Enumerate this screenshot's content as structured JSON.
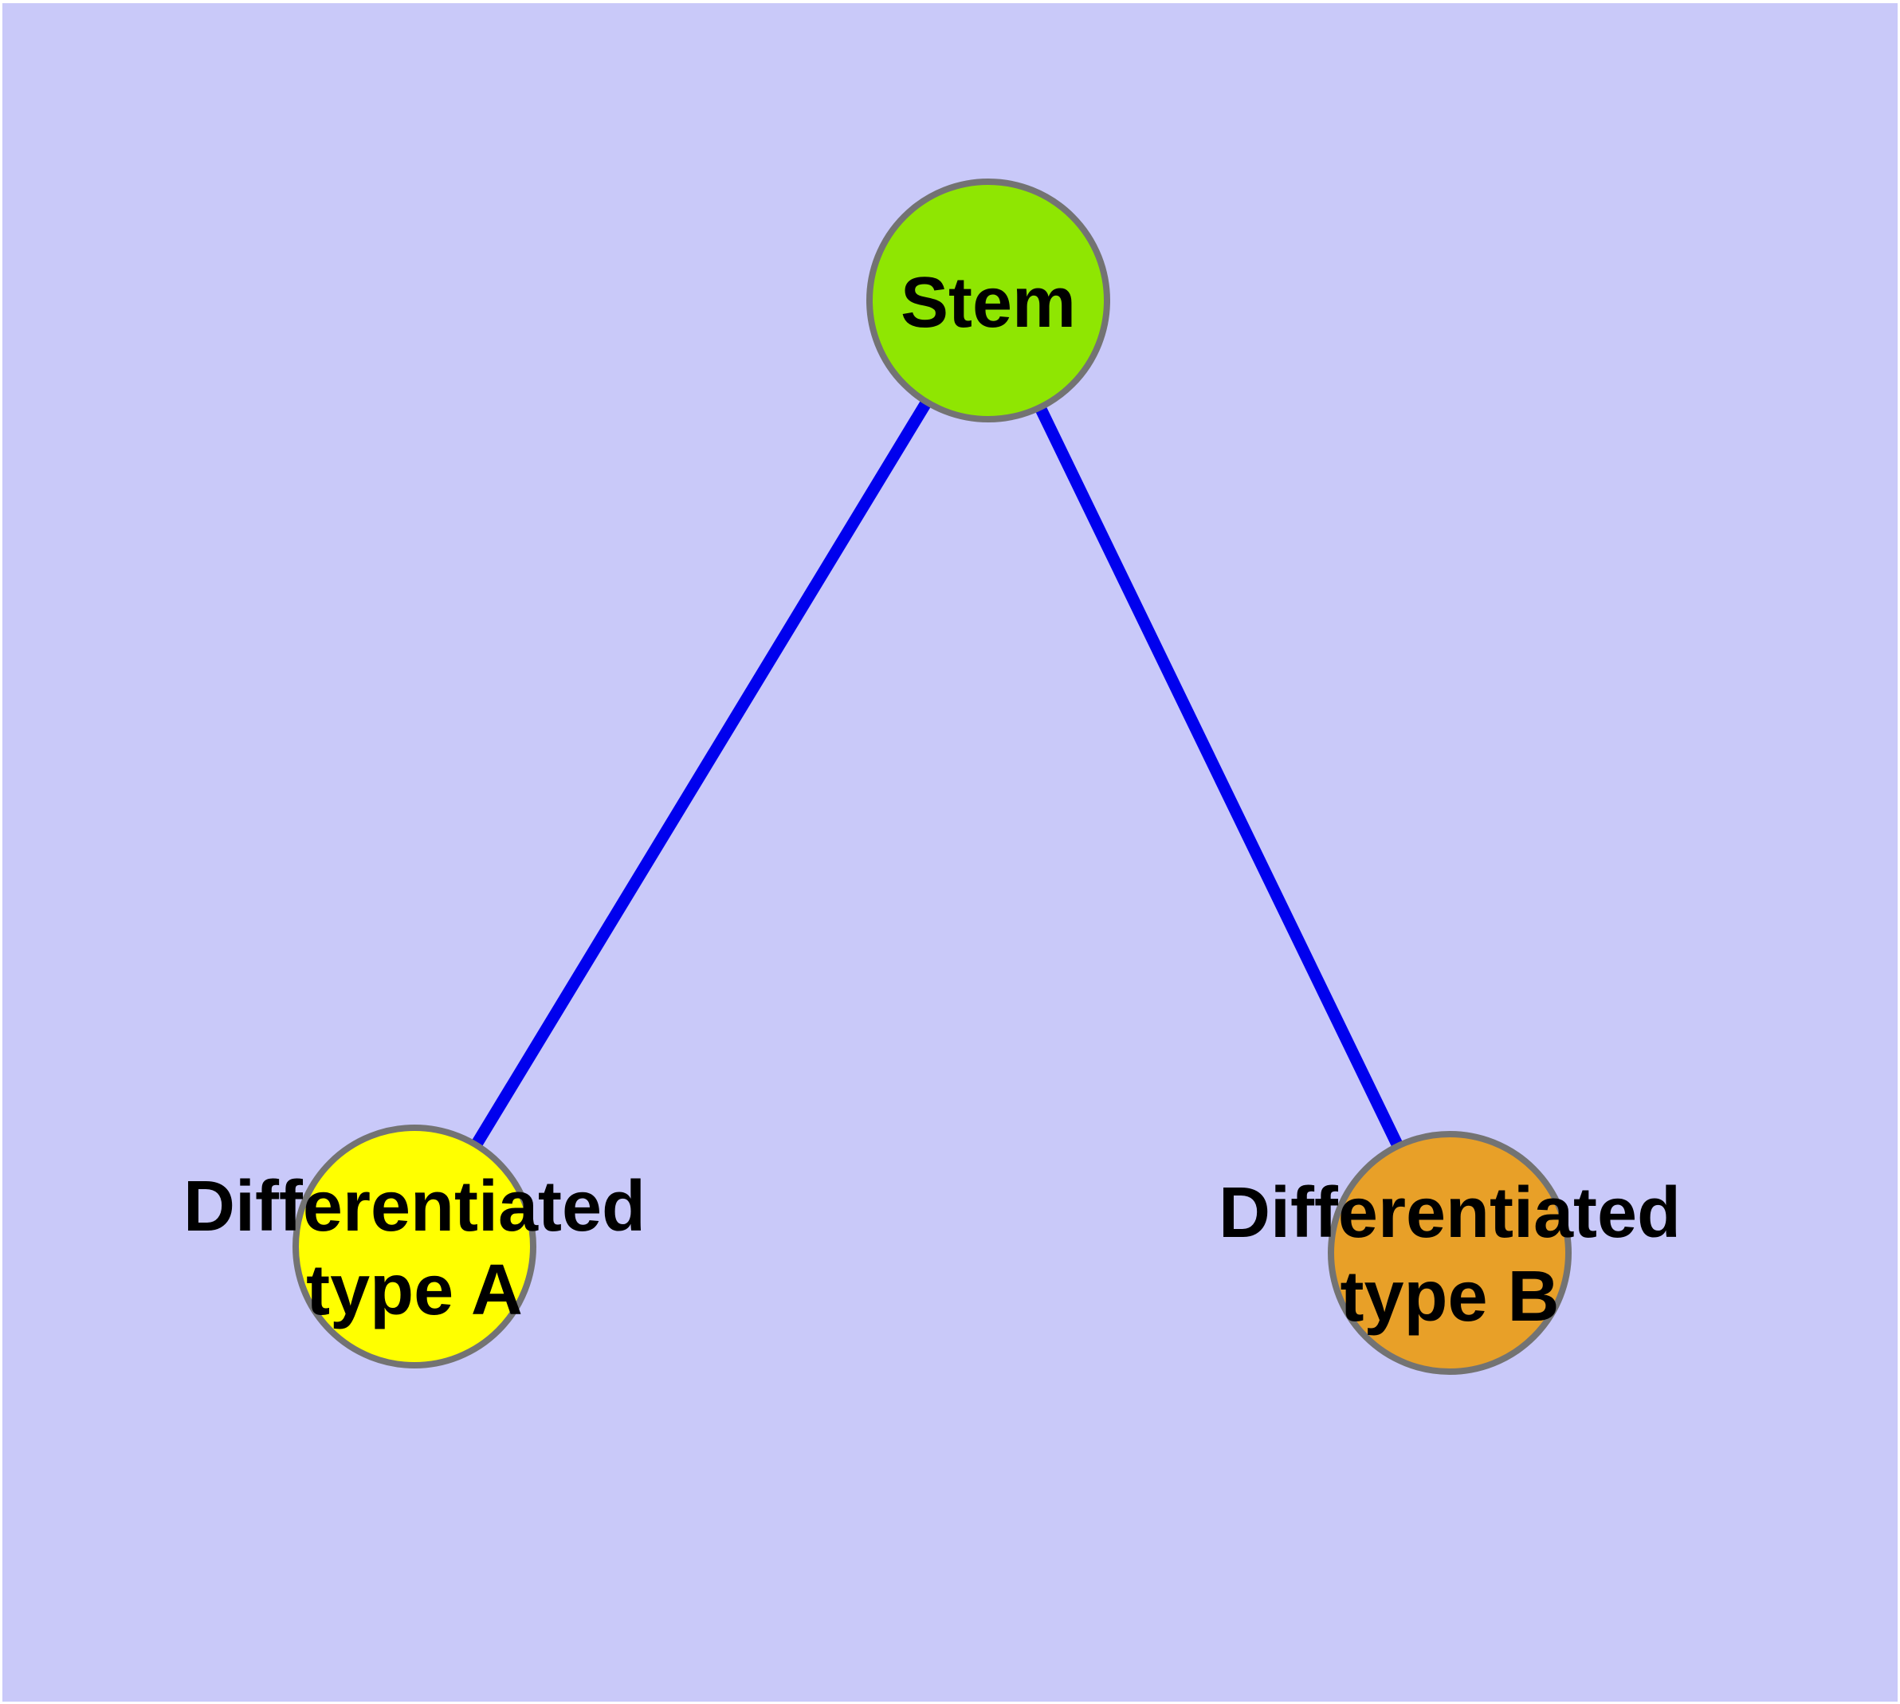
{
  "diagram": {
    "type": "node-link-graph",
    "background_color": "#c9c9f9",
    "canvas_margin_color": "#ffffff",
    "edge_color": "#0000ee",
    "node_border_color": "#737373",
    "label_color": "#000000",
    "nodes": [
      {
        "id": "stem",
        "label": "Stem",
        "label_lines": [
          "Stem"
        ],
        "fill_color": "#8fe602"
      },
      {
        "id": "differentiated-type-a",
        "label": "Differentiated type A",
        "label_lines": [
          "Differentiated",
          "type A"
        ],
        "fill_color": "#ffff00"
      },
      {
        "id": "differentiated-type-b",
        "label": "Differentiated type B",
        "label_lines": [
          "Differentiated",
          "type B"
        ],
        "fill_color": "#e8a028"
      }
    ],
    "edges": [
      {
        "from": "Stem",
        "to": "Differentiated type A"
      },
      {
        "from": "Stem",
        "to": "Differentiated type B"
      }
    ]
  }
}
